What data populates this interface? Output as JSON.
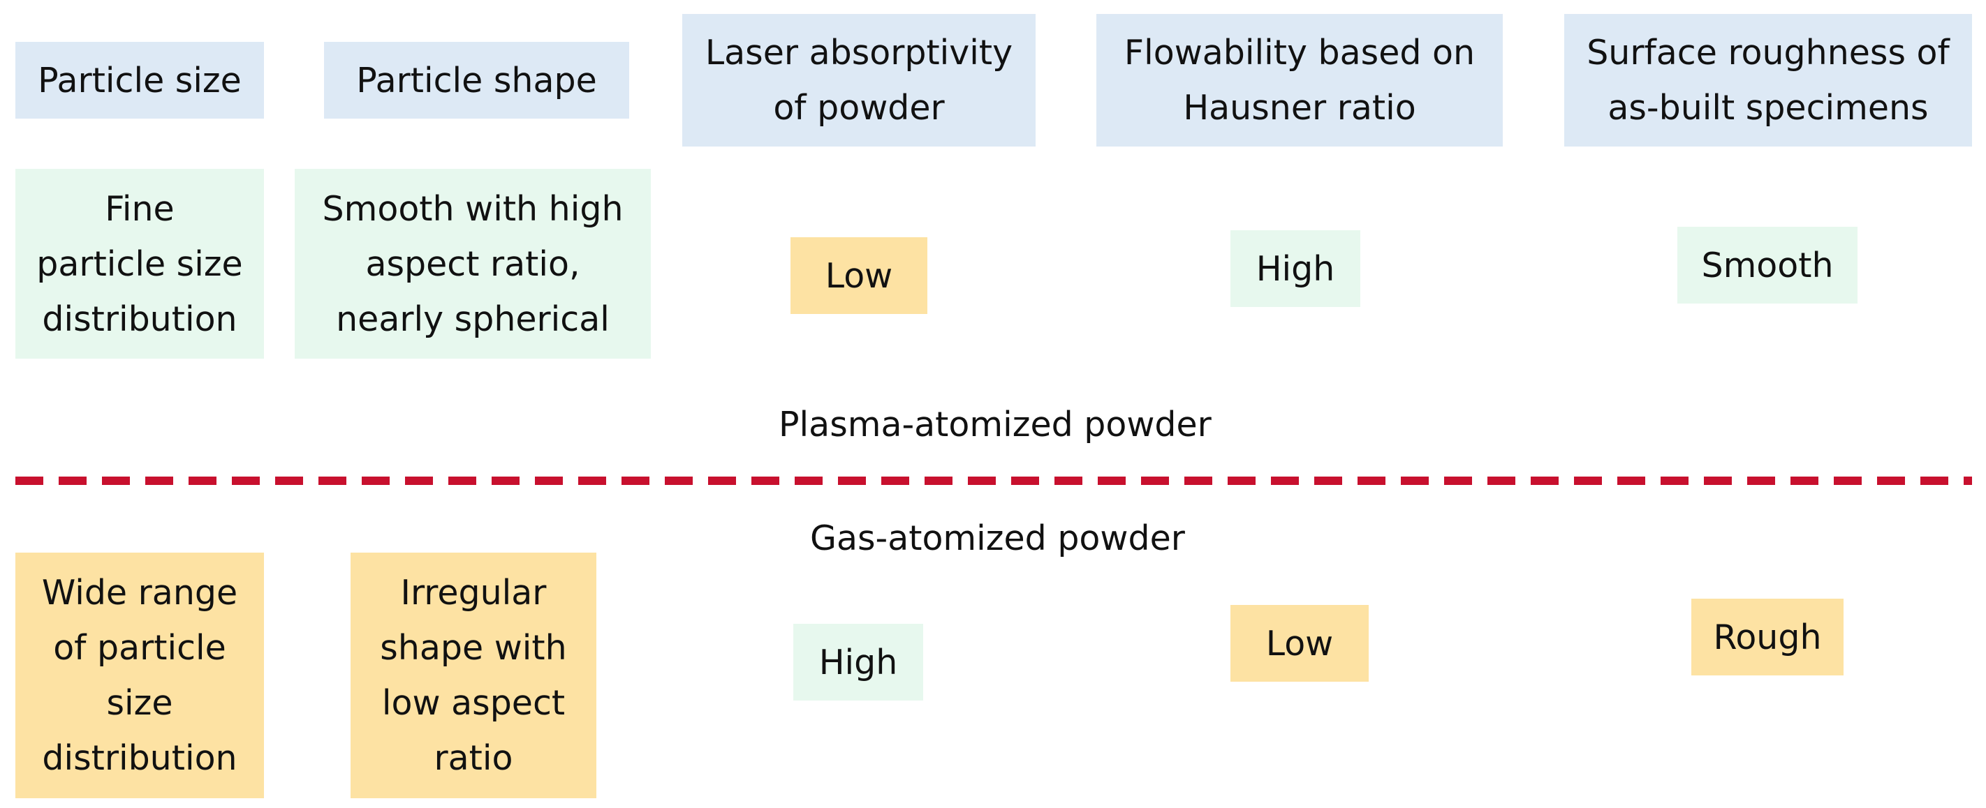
{
  "headers": [
    "Particle size",
    "Particle shape",
    "Laser absorptivity\nof powder",
    "Flowability based on\nHausner ratio",
    "Surface roughness of\nas-built specimens"
  ],
  "plasma": {
    "label": "Plasma-atomized powder",
    "cells": [
      "Fine\nparticle size\ndistribution",
      "Smooth with high\naspect ratio,\nnearly spherical",
      "Low",
      "High",
      "Smooth"
    ]
  },
  "gas": {
    "label": "Gas-atomized powder",
    "cells": [
      "Wide range\nof particle\nsize\ndistribution",
      "Irregular\nshape with\nlow aspect\nratio",
      "High",
      "Low",
      "Rough"
    ]
  },
  "colors": {
    "header": "#dde9f5",
    "favorable": "#e7f8ee",
    "unfavorable": "#fde2a3",
    "divider": "#c8102e"
  }
}
